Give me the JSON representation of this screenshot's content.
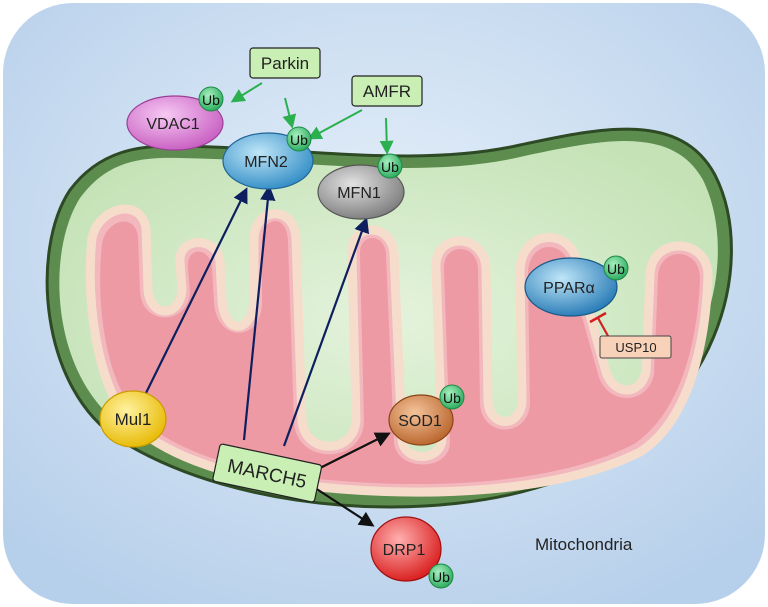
{
  "diagram": {
    "organelle_label": "Mitochondria",
    "e3_ligases": {
      "parkin": "Parkin",
      "amfr": "AMFR",
      "mul1": "Mul1",
      "march5": "MARCH5"
    },
    "proteins": {
      "vdac1": "VDAC1",
      "mfn2": "MFN2",
      "mfn1": "MFN1",
      "ppara": "PPARα",
      "sod1": "SOD1",
      "drp1": "DRP1"
    },
    "ubiquitin_tag": "Ub",
    "deubiquitinase": "USP10"
  }
}
